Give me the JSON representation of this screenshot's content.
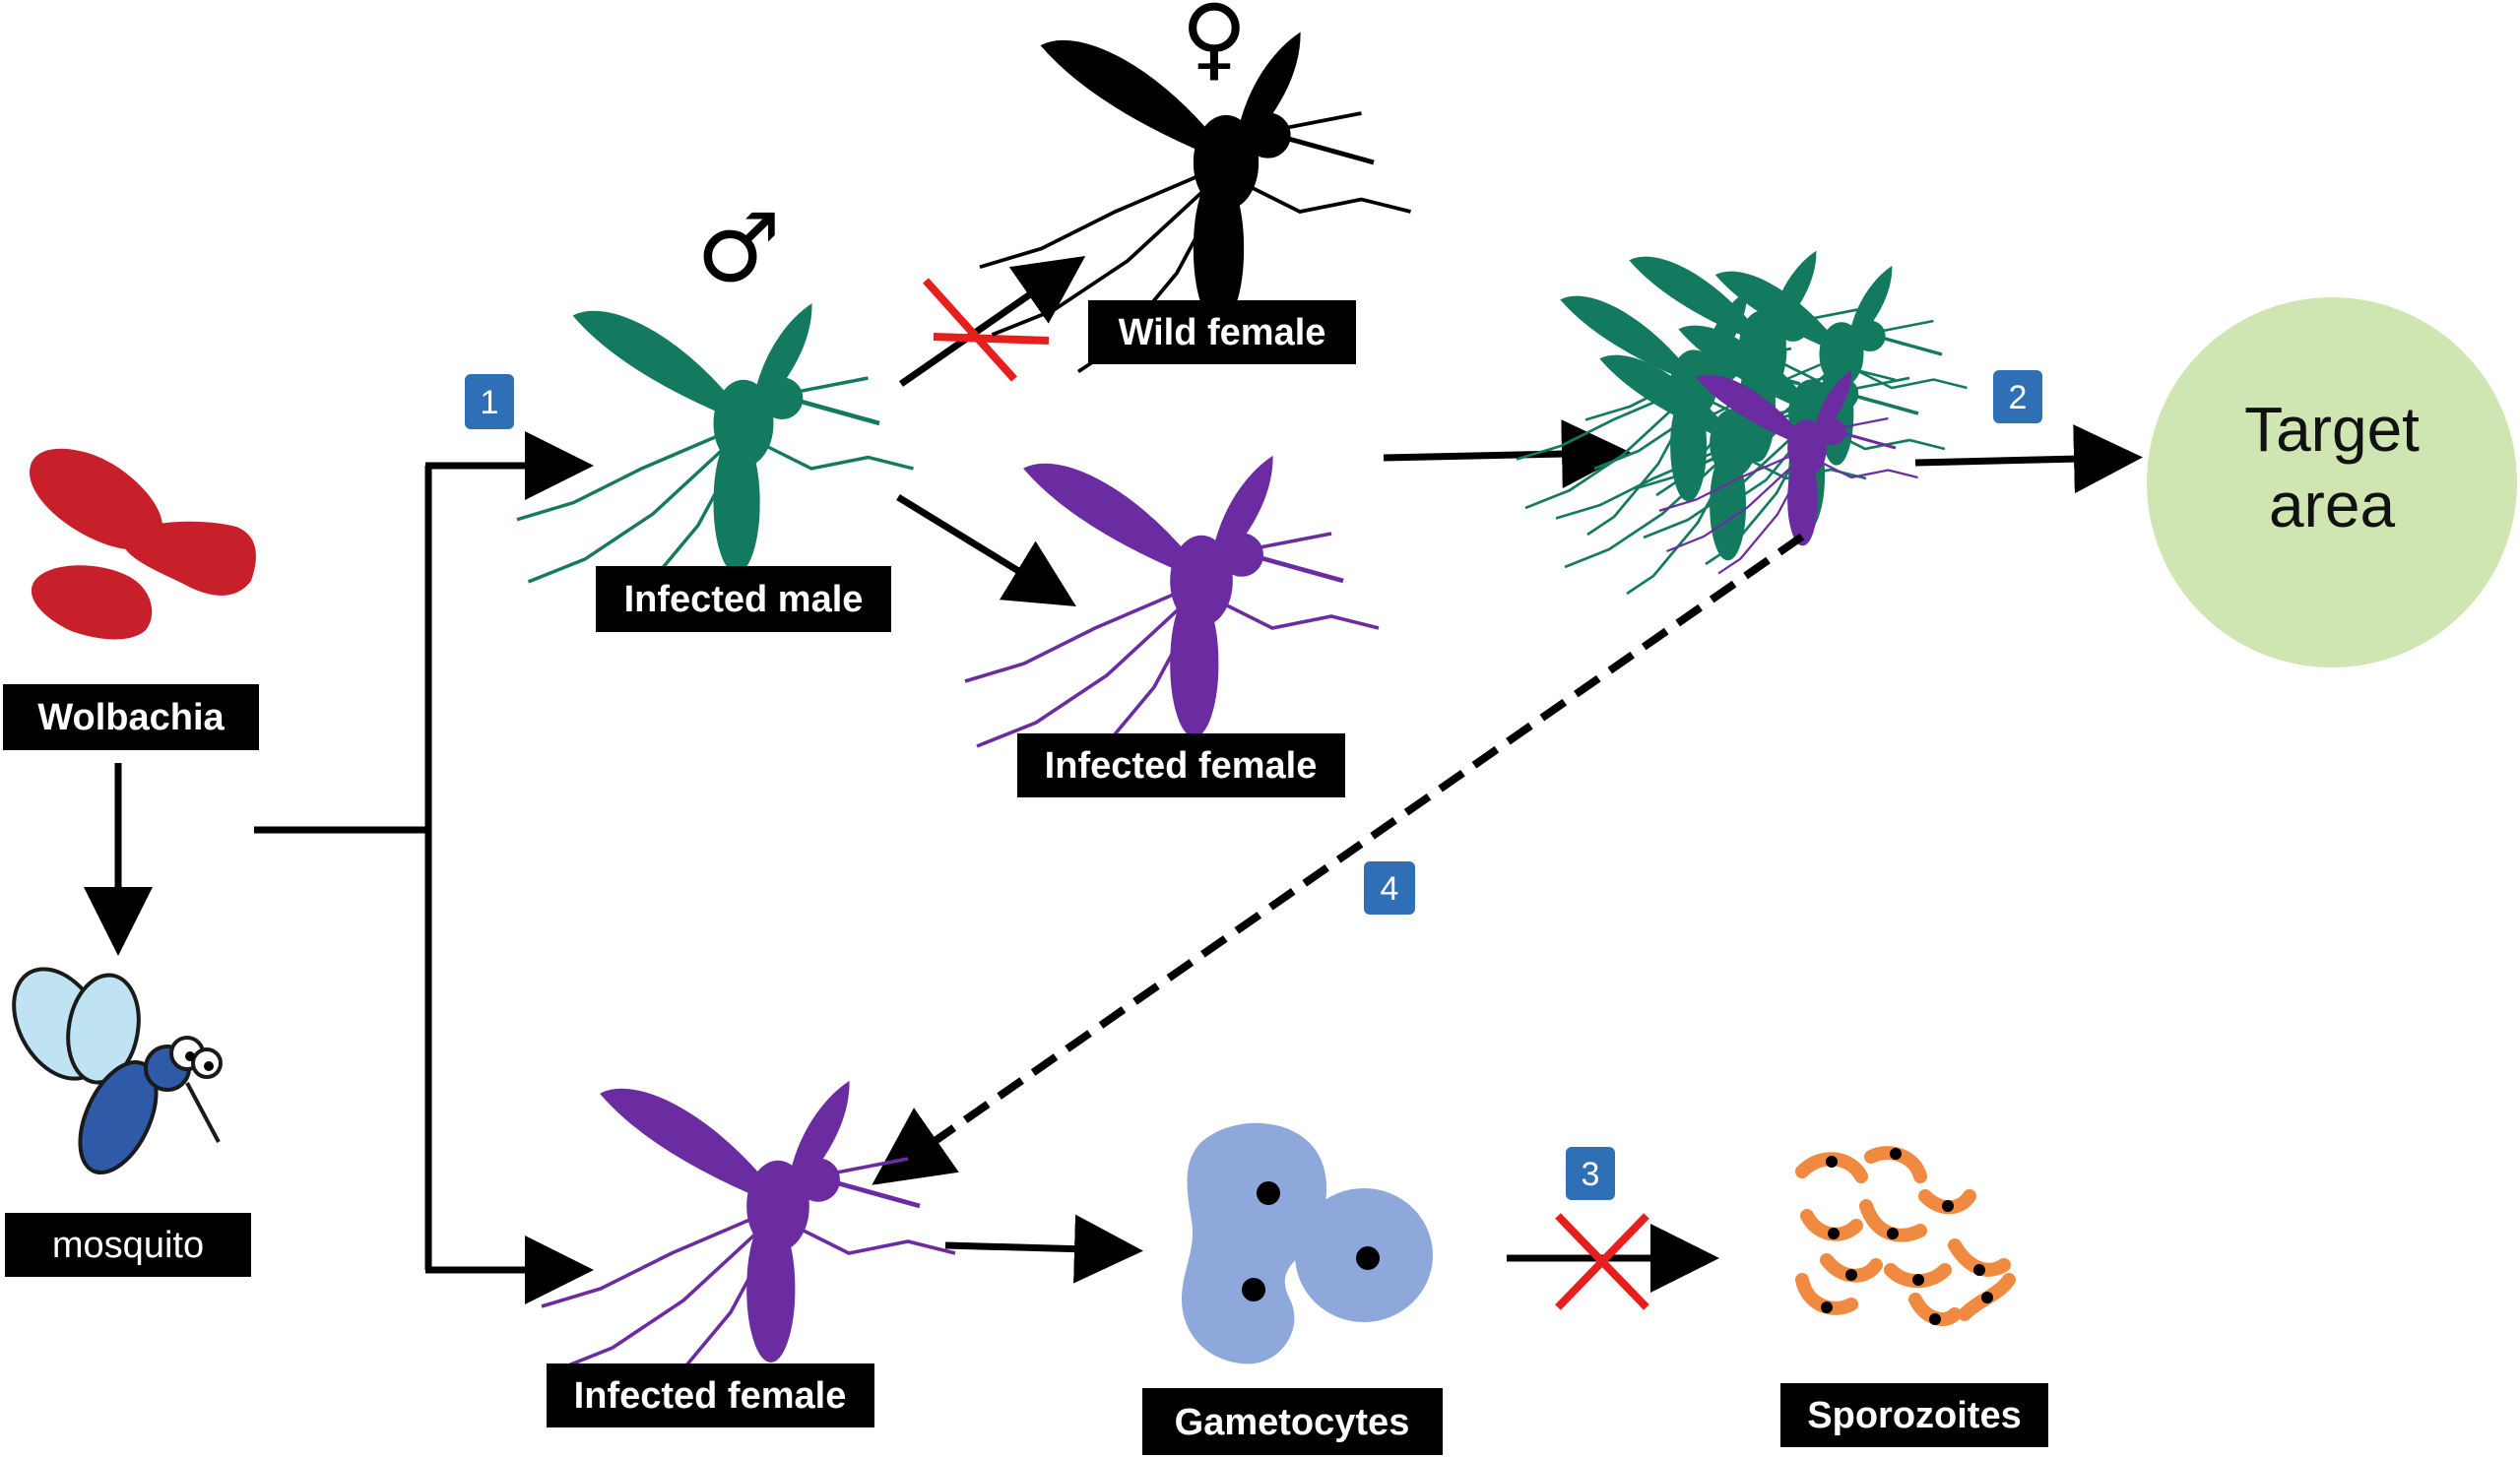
{
  "labels": {
    "wolbachia": "Wolbachia",
    "mosquito": "mosquito",
    "infected_male": "Infected male",
    "wild_female": "Wild female",
    "infected_female_top": "Infected female",
    "infected_female_bottom": "Infected female",
    "gametocytes": "Gametocytes",
    "sporozoites": "Sporozoites"
  },
  "target": {
    "line1": "Target",
    "line2": "area"
  },
  "symbols": {
    "male": "♂",
    "female": "♀"
  },
  "steps": {
    "s1": "1",
    "s2": "2",
    "s3": "3",
    "s4": "4"
  },
  "colors": {
    "wolbachia": "#c8202b",
    "male_mosquito": "#147a5f",
    "female_mosquito": "#6a2ca0",
    "wild_mosquito": "#000000",
    "gametocyte": "#8fa8dc",
    "sporozoite": "#f08a40",
    "target_area": "#cfe6b2",
    "badge": "#2e6fb6",
    "blocked": "#e61e1e",
    "label_bg": "#000000"
  }
}
